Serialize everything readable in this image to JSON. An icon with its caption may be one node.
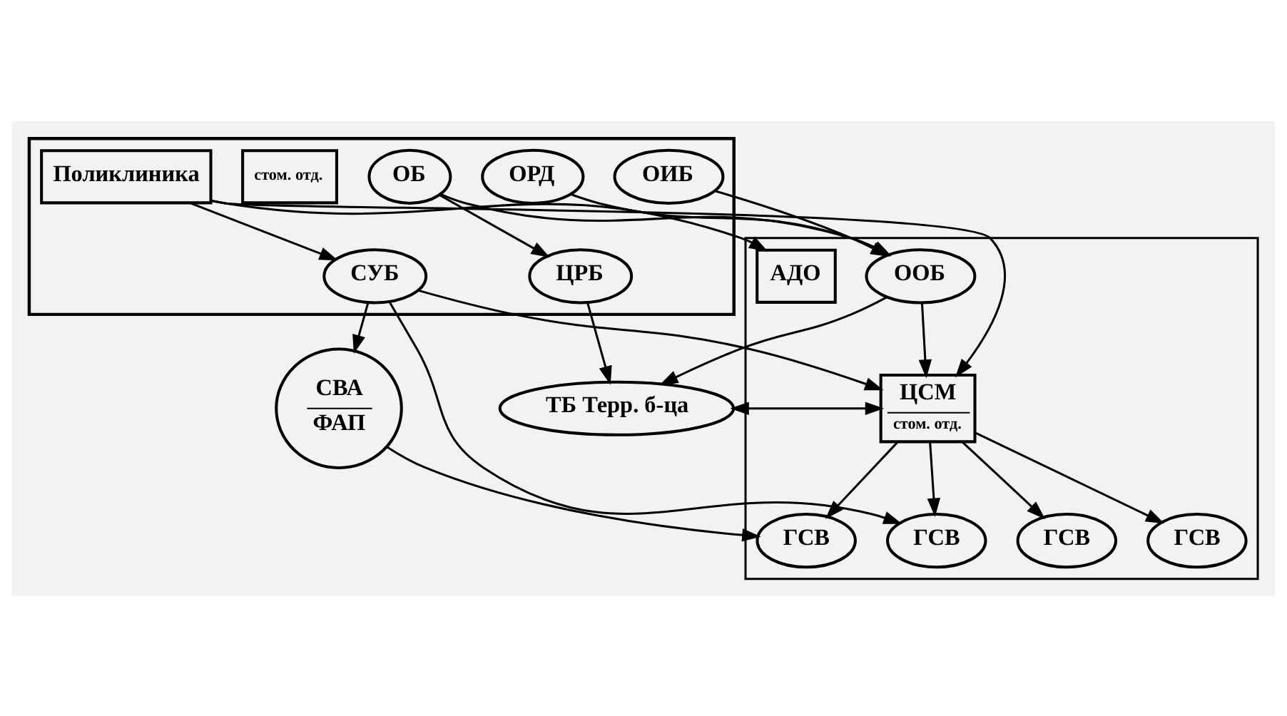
{
  "diagram": {
    "nodes": [
      {
        "text": [],
        "shape": "triangle"
      },
      {
        "text": [
          "ООБ"
        ],
        "in": 0
      },
      {
        "text": [
          "ТБ Терр. б-ца"
        ]
      },
      {
        "text": [
          "ЦСМ",
          "стом. отд."
        ],
        "in": 0
      },
      {
        "text": [
          "АДО"
        ],
        "in": 0
      },
      {
        "text": [
          "ГСВ"
        ],
        "in": 0
      },
      {
        "text": [
          "ГСВ"
        ],
        "in": 0
      },
      {
        "text": [
          "ГСВ"
        ],
        "in": 0
      },
      {
        "text": [
          "ГСВ"
        ],
        "in": 0
      },
      {
        "text": [],
        "shape": "invtriangle"
      },
      {
        "text": [
          "ОИБ"
        ],
        "in": 9
      },
      {
        "text": [
          "ОБ"
        ],
        "in": 9
      },
      {
        "text": [
          "ОРД"
        ],
        "in": 9
      },
      {
        "text": [
          "ЦРБ"
        ],
        "in": 9
      },
      {
        "text": [
          "стом. отд."
        ],
        "in": 9
      },
      {
        "text": [
          "Поликлиника"
        ],
        "in": 9
      },
      {
        "text": [
          "СУБ"
        ],
        "in": 9
      },
      {
        "text": [
          "СВА",
          "ФАП"
        ]
      }
    ],
    "edges": [
      {
        "from": 10,
        "to": 1,
        "arrow": "to"
      },
      {
        "from": 11,
        "to": 1,
        "arrow": "to"
      },
      {
        "from": 12,
        "to": 1,
        "arrow": "to"
      },
      {
        "from": 11,
        "to": 13,
        "arrow": "to"
      },
      {
        "from": 1,
        "to": 2,
        "arrow": "to"
      },
      {
        "from": 1,
        "to": 3,
        "arrow": "to"
      },
      {
        "from": 2,
        "to": 3,
        "arrow": "both"
      },
      {
        "from": 13,
        "to": 2,
        "arrow": "to"
      },
      {
        "from": 15,
        "to": 3,
        "arrow": "to"
      },
      {
        "from": 15,
        "to": 4,
        "arrow": "to"
      },
      {
        "from": 16,
        "to": 3,
        "arrow": "to"
      },
      {
        "from": 15,
        "to": 16,
        "arrow": "to"
      },
      {
        "from": 16,
        "to": 17,
        "arrow": "to"
      },
      {
        "from": 3,
        "to": 5,
        "arrow": "to"
      },
      {
        "from": 3,
        "to": 6,
        "arrow": "to"
      },
      {
        "from": 3,
        "to": 7,
        "arrow": "to"
      },
      {
        "from": 3,
        "to": 8,
        "arrow": "to"
      },
      {
        "from": 16,
        "to": 6,
        "arrow": "to"
      },
      {
        "from": 17,
        "to": 8,
        "arrow": "to"
      }
    ]
  }
}
